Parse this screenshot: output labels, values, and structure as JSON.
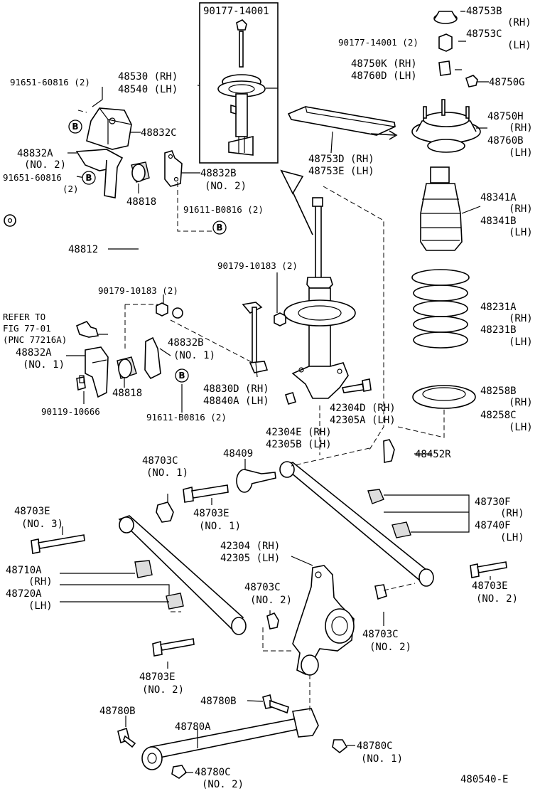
{
  "diagram_code": "480540-E",
  "labels": {
    "p90177_top": "90177-14001",
    "p48530": "48530 (RH)",
    "p48540": "48540 (LH)",
    "p91651_a": "91651-60816 (2)",
    "p48832c": "48832C",
    "p48832a_2": "48832A",
    "p48832a_2_no": "(NO. 2)",
    "p91651_b": "91651-60816",
    "p91651_b_qty": "(2)",
    "p48832b_2": "48832B",
    "p48832b_2_no": "(NO. 2)",
    "p48818_a": "48818",
    "p91611_a": "91611-B0816 (2)",
    "p48812": "48812",
    "p90179_a": "90179-10183 (2)",
    "p90179_b": "90179-10183 (2)",
    "refer1": "REFER TO",
    "refer2": "FIG 77-01",
    "refer3": "(PNC 77216A)",
    "p48832a_1": "48832A",
    "p48832a_1_no": "(NO. 1)",
    "p48832b_1": "48832B",
    "p48832b_1_no": "(NO. 1)",
    "p48818_b": "48818",
    "p90119": "90119-10666",
    "p91611_b": "91611-B0816 (2)",
    "p48830d": "48830D (RH)",
    "p48840a": "48840A (LH)",
    "p42304d": "42304D (RH)",
    "p42305a": "42305A (LH)",
    "p42304e": "42304E (RH)",
    "p42305b": "42305B (LH)",
    "p48753d": "48753D (RH)",
    "p48753e": "48753E (LH)",
    "p48753b": "48753B",
    "p48753b_rh": "(RH)",
    "p48753c": "48753C",
    "p48753c_lh": "(LH)",
    "p90177_right": "90177-14001 (2)",
    "p48750k": "48750K (RH)",
    "p48760d": "48760D (LH)",
    "p48750g": "48750G",
    "p48750h": "48750H",
    "p48750h_rh": "(RH)",
    "p48760b": "48760B",
    "p48760b_lh": "(LH)",
    "p48341a": "48341A",
    "p48341a_rh": "(RH)",
    "p48341b": "48341B",
    "p48341b_lh": "(LH)",
    "p48231a": "48231A",
    "p48231a_rh": "(RH)",
    "p48231b": "48231B",
    "p48231b_lh": "(LH)",
    "p48258b": "48258B",
    "p48258b_rh": "(RH)",
    "p48258c": "48258C",
    "p48258c_lh": "(LH)",
    "p48703c_1": "48703C",
    "p48703c_1_no": "(NO. 1)",
    "p48409": "48409",
    "p48452r": "48452R",
    "p48703e_3": "48703E",
    "p48703e_3_no": "(NO. 3)",
    "p48703e_1": "48703E",
    "p48703e_1_no": "(NO. 1)",
    "p48730f": "48730F",
    "p48730f_rh": "(RH)",
    "p48740f": "48740F",
    "p48740f_lh": "(LH)",
    "p48710a": "48710A",
    "p48710a_rh": "(RH)",
    "p48720a": "48720A",
    "p48720a_lh": "(LH)",
    "p42304": "42304 (RH)",
    "p42305": "42305 (LH)",
    "p48703c_2a": "48703C",
    "p48703c_2a_no": "(NO. 2)",
    "p48703e_2r": "48703E",
    "p48703e_2r_no": "(NO. 2)",
    "p48703c_2b": "48703C",
    "p48703c_2b_no": "(NO. 2)",
    "p48703e_2l": "48703E",
    "p48703e_2l_no": "(NO. 2)",
    "p48780b_a": "48780B",
    "p48780b_b": "48780B",
    "p48780a": "48780A",
    "p48780c_1": "48780C",
    "p48780c_1_no": "(NO. 1)",
    "p48780c_2": "48780C",
    "p48780c_2_no": "(NO. 2)"
  },
  "badge_letter": "B"
}
